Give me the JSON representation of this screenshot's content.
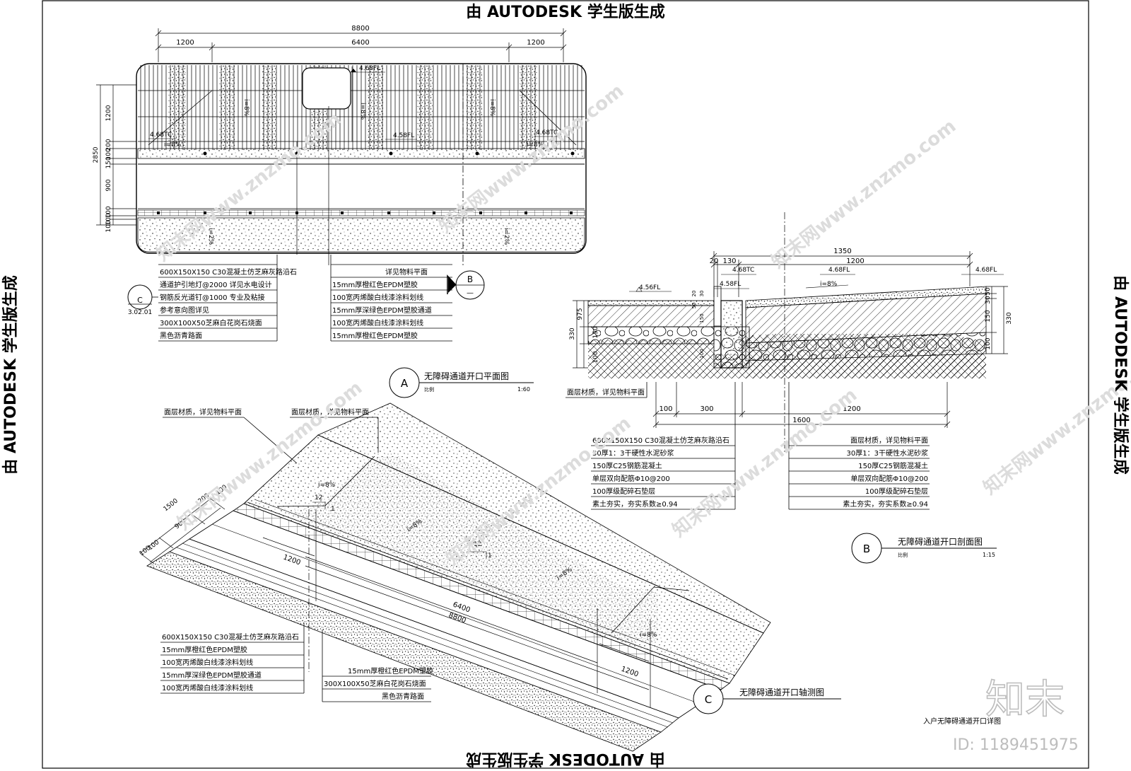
{
  "watermarks": {
    "autodesk_stamp": "由 AUTODESK 学生版生成",
    "site_diag": "知末网www.znzmo.com",
    "logo": "知末",
    "id": "ID: 1189451975"
  },
  "plan": {
    "dims_top": {
      "total": "8800",
      "left": "1200",
      "mid": "6400",
      "right": "1200"
    },
    "dims_left": {
      "total": "2850",
      "d1200": "1200",
      "d200": "200",
      "d100a": "100",
      "d150": "150",
      "d900": "900",
      "d100b": "100",
      "d100c": "100",
      "d100d": "100"
    },
    "levels": {
      "fl_top": "4.68FL",
      "tc_left": "4.68TC",
      "fl_mid": "4.58FL",
      "tc_right": "4.68TC",
      "slope_left": "i=8%",
      "slope_mid": "i=8%",
      "slope_right": "i=8%",
      "slope_a": "i=8%",
      "slope_b": "i=8%",
      "slope_low": "i=2%",
      "slope_low2": "i=2%"
    },
    "notes_left": [
      "600X150X150 C30混凝土仿芝麻灰路沿石",
      "通道护引地灯@2000 详见水电设计",
      "钢筋反光道钉@1000 专业及粘接",
      "参考意向图详见",
      "300X100X50芝麻白花岗石烧面",
      "黑色沥青路面"
    ],
    "notes_right": [
      "详见物料平面",
      "15mm厚橙红色EPDM塑胶",
      "100宽丙烯酸白线漆涂料划线",
      "15mm厚深绿色EPDM塑胶通道",
      "100宽丙烯酸白线漆涂料划线",
      "15mm厚橙红色EPDM塑胶"
    ],
    "ref_c": {
      "letter": "C",
      "sheet": "3.02.01"
    },
    "ref_b_letter": "B",
    "ref_b_sub": "—",
    "title": {
      "letter": "A",
      "name": "无障碍通道开口平面图",
      "sub": "比例",
      "scale": "1:60"
    }
  },
  "section": {
    "dims_top": {
      "total": "1350",
      "d20": "20",
      "d130": "130",
      "d1200": "1200"
    },
    "dims_bottom": {
      "d100": "100",
      "d300": "300",
      "d1200": "1200",
      "total": "1600"
    },
    "dims_left": {
      "d330": "330",
      "d150": "150",
      "d100": "100",
      "d975": "975"
    },
    "dims_right": {
      "d50": "50",
      "d30": "30",
      "d150": "150",
      "d100": "100",
      "d330": "330"
    },
    "levels": {
      "fl_right": "4.68FL",
      "fl_top": "4.68FL",
      "tc": "4.68TC",
      "fl_inner": "4.58FL",
      "fl_left": "4.56FL",
      "slope": "i=8%"
    },
    "face_note": "面层材质，详见物料平面",
    "notes_left": [
      "600X150X150 C30混凝土仿芝麻灰路沿石",
      "30厚1：3干硬性水泥砂浆",
      "150厚C25钢筋混凝土",
      "单层双向配筋Φ10@200",
      "100厚级配碎石垫层",
      "素土夯实，夯实系数≥0.94"
    ],
    "notes_right": [
      "面层材质，详见物料平面",
      "30厚1：3干硬性水泥砂浆",
      "150厚C25钢筋混凝土",
      "单层双向配筋Φ10@200",
      "100厚级配碎石垫层",
      "素土夯实，夯实系数≥0.94"
    ],
    "title": {
      "letter": "B",
      "name": "无障碍通道开口剖面图",
      "sub": "比例",
      "scale": "1:15"
    }
  },
  "axon": {
    "face_note_left": "面层材质，详见物料平面",
    "face_note_right": "面层材质，详见物料平面",
    "dims_left": {
      "d1500": "1500",
      "d200": "200",
      "d900": "900",
      "d100a": "100",
      "d100b": "100",
      "d100c": "100"
    },
    "dims": {
      "d1200_left": "1200",
      "d6400": "6400",
      "d8800": "8800",
      "d1200_right": "1200"
    },
    "slopes": {
      "s1": "i=8%",
      "s2": "i=8%",
      "s3": "i=8%",
      "s4": "i=8%"
    },
    "ratio": {
      "r12a": "12",
      "r1a": "1",
      "r12b": "12",
      "r1b": "1"
    },
    "notes_left": [
      "600X150X150 C30混凝土仿芝麻灰路沿石",
      "15mm厚橙红色EPDM塑胶",
      "100宽丙烯酸白线漆涂料划线",
      "15mm厚深绿色EPDM塑胶通道",
      "100宽丙烯酸白线漆涂料划线"
    ],
    "notes_right": [
      "15mm厚橙红色EPDM塑胶",
      "300X100X50芝麻白花岗石烧面",
      "黑色沥青路面"
    ],
    "title": {
      "letter": "C",
      "name": "无障碍通道开口轴测图"
    }
  },
  "sheet_title": "入户无障碍通道开口详图"
}
